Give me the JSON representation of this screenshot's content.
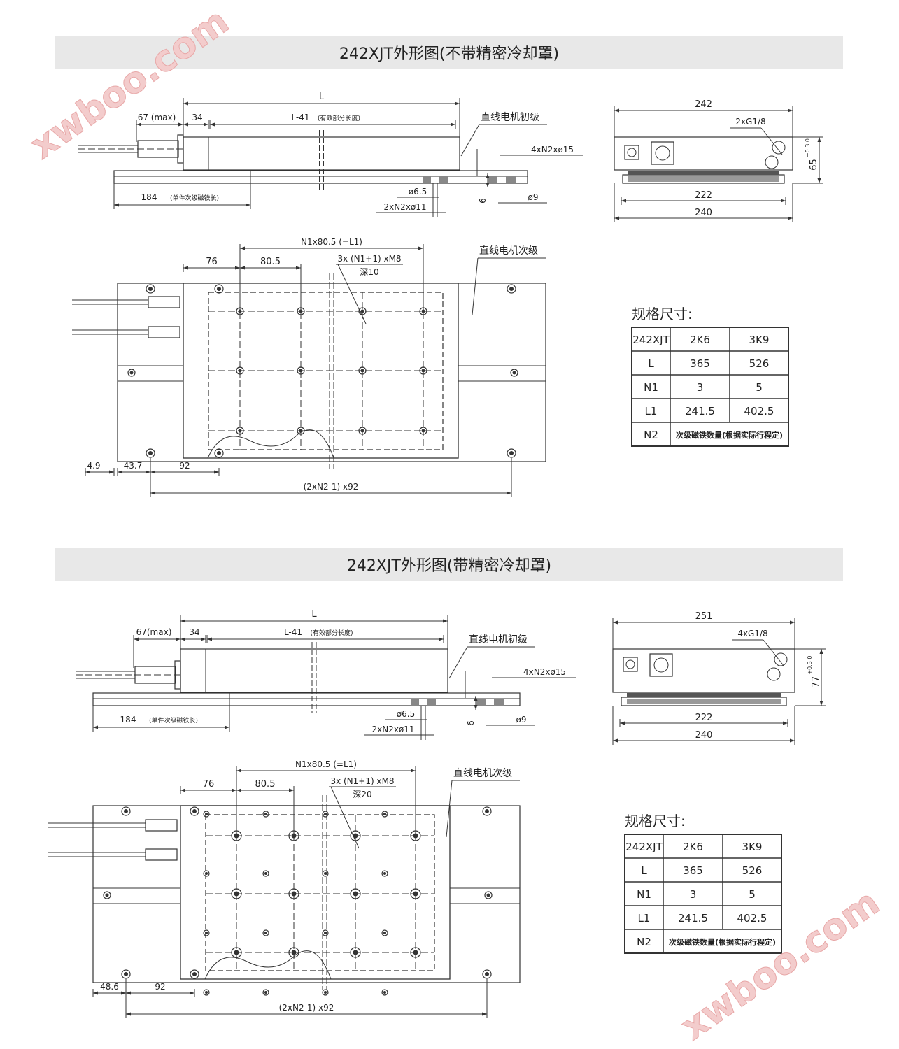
{
  "watermark": "xwboo.com",
  "sections": [
    {
      "title": "242XJT外形图(不带精密冷却罩)",
      "side": {
        "L": "L",
        "d67": "67 (max)",
        "d34": "34",
        "dL41": "L-41",
        "dL41_note": "(有效部分长度)",
        "d184": "184",
        "d184_note": "(单件次级磁铁长)",
        "primary_label": "直线电机初级",
        "d15": "4xN2xø15",
        "d65": "ø6.5",
        "d11": "2xN2xø11",
        "d6": "6",
        "d9": "ø9"
      },
      "end": {
        "w": "242",
        "ports": "2xG1/8",
        "h": "65",
        "tol": "+0.3 0",
        "w222": "222",
        "w240": "240"
      },
      "top": {
        "pitch": "N1x80.5 (=L1)",
        "d76": "76",
        "d805": "80.5",
        "holes": "3x (N1+1) xM8",
        "depth": "深10",
        "secondary_label": "直线电机次级",
        "bottom_dims": [
          "4.9",
          "43.7",
          "92"
        ],
        "span": "(2xN2-1) x92"
      },
      "table": {
        "title": "规格尺寸:",
        "header": [
          "242XJT",
          "2K6",
          "3K9"
        ],
        "rows": [
          [
            "L",
            "365",
            "526"
          ],
          [
            "N1",
            "3",
            "5"
          ],
          [
            "L1",
            "241.5",
            "402.5"
          ]
        ],
        "n2_label": "N2",
        "n2_value": "次级磁铁数量(根据实际行程定)"
      }
    },
    {
      "title": "242XJT外形图(带精密冷却罩)",
      "side": {
        "L": "L",
        "d67": "67(max)",
        "d34": "34",
        "dL41": "L-41",
        "dL41_note": "(有效部分长度)",
        "d184": "184",
        "d184_note": "(单件次级磁铁长)",
        "primary_label": "直线电机初级",
        "d15": "4xN2xø15",
        "d65": "ø6.5",
        "d11": "2xN2xø11",
        "d6": "6",
        "d9": "ø9"
      },
      "end": {
        "w": "251",
        "ports": "4xG1/8",
        "h": "77",
        "tol": "+0.3 0",
        "w222": "222",
        "w240": "240"
      },
      "top": {
        "pitch": "N1x80.5 (=L1)",
        "d76": "76",
        "d805": "80.5",
        "holes": "3x (N1+1) xM8",
        "depth": "深20",
        "secondary_label": "直线电机次级",
        "bottom_dims": [
          "48.6",
          "92"
        ],
        "span": "(2xN2-1) x92"
      },
      "table": {
        "title": "规格尺寸:",
        "header": [
          "242XJT",
          "2K6",
          "3K9"
        ],
        "rows": [
          [
            "L",
            "365",
            "526"
          ],
          [
            "N1",
            "3",
            "5"
          ],
          [
            "L1",
            "241.5",
            "402.5"
          ]
        ],
        "n2_label": "N2",
        "n2_value": "次级磁铁数量(根据实际行程定)"
      }
    }
  ]
}
